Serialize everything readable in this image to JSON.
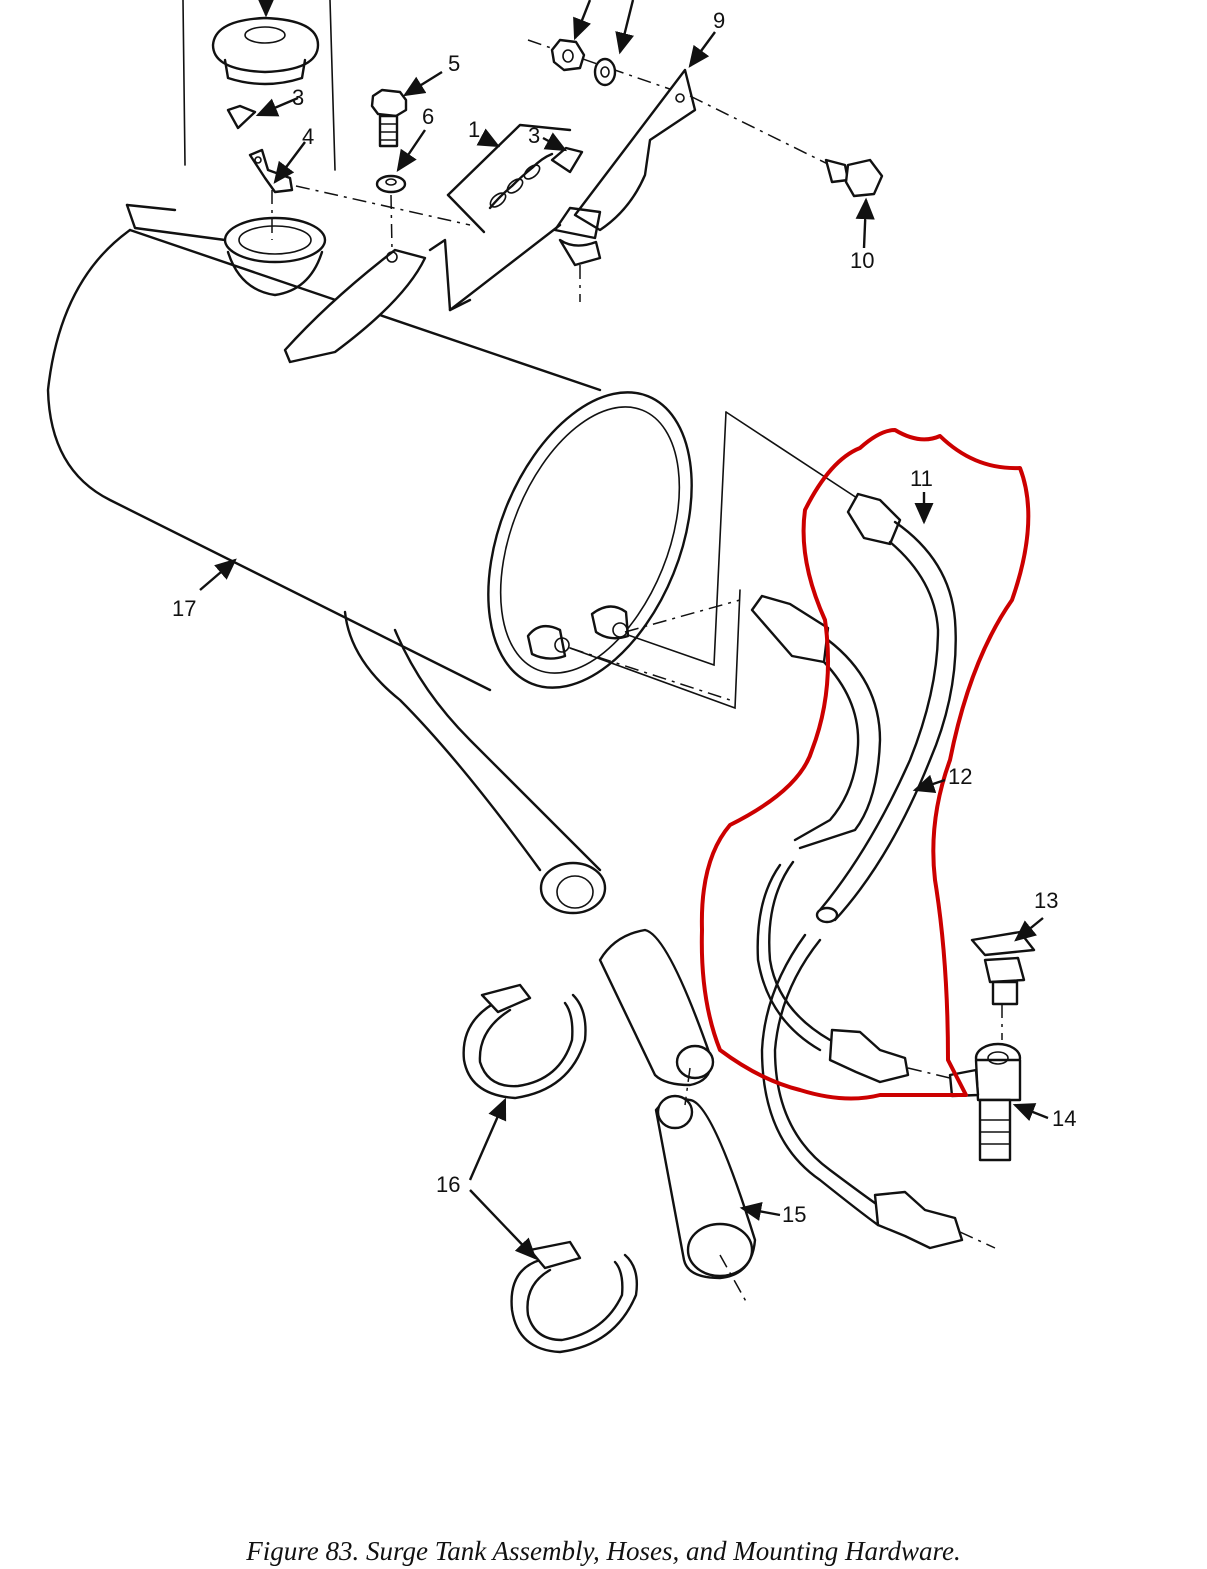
{
  "figure": {
    "caption": "Figure 83.  Surge Tank Assembly, Hoses, and Mounting Hardware.",
    "callouts": {
      "c1": "1",
      "c3a": "3",
      "c3b": "3",
      "c4": "4",
      "c5": "5",
      "c6": "6",
      "c9": "9",
      "c10": "10",
      "c11": "11",
      "c12": "12",
      "c13": "13",
      "c14": "14",
      "c15": "15",
      "c16": "16",
      "c17": "17"
    },
    "highlight_color": "#cc0000"
  }
}
